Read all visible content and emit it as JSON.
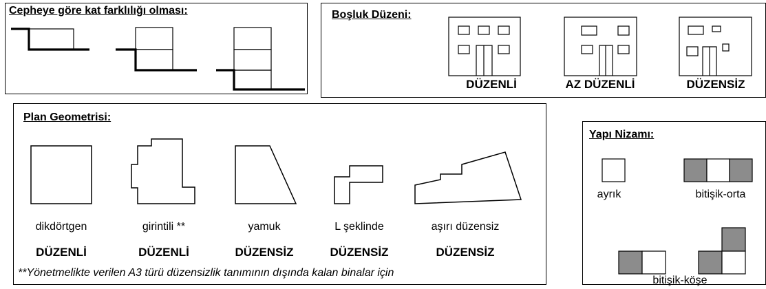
{
  "facade": {
    "title": "Cepheye göre kat farklılığı olması:"
  },
  "openings": {
    "title": "Boşluk Düzeni:",
    "items": [
      {
        "label": "DÜZENLİ"
      },
      {
        "label": "AZ DÜZENLİ"
      },
      {
        "label": "DÜZENSİZ"
      }
    ]
  },
  "plan": {
    "title": "Plan Geometrisi:",
    "items": [
      {
        "name": "dikdörtgen",
        "rating": "DÜZENLİ"
      },
      {
        "name": "girintili **",
        "rating": "DÜZENLİ"
      },
      {
        "name": "yamuk",
        "rating": "DÜZENSİZ"
      },
      {
        "name": "L şeklinde",
        "rating": "DÜZENSİZ"
      },
      {
        "name": "aşırı düzensiz",
        "rating": "DÜZENSİZ"
      }
    ],
    "footnote": "**Yönetmelikte verilen A3 türü düzensizlik tanımının dışında kalan binalar için"
  },
  "order": {
    "title": "Yapı Nizamı:",
    "items": [
      {
        "label": "ayrık"
      },
      {
        "label": "bitişik-orta"
      },
      {
        "label": "bitişik-köşe"
      }
    ]
  },
  "colors": {
    "line": "#000000",
    "fill_gray": "#8c8c8c",
    "background": "#ffffff"
  }
}
